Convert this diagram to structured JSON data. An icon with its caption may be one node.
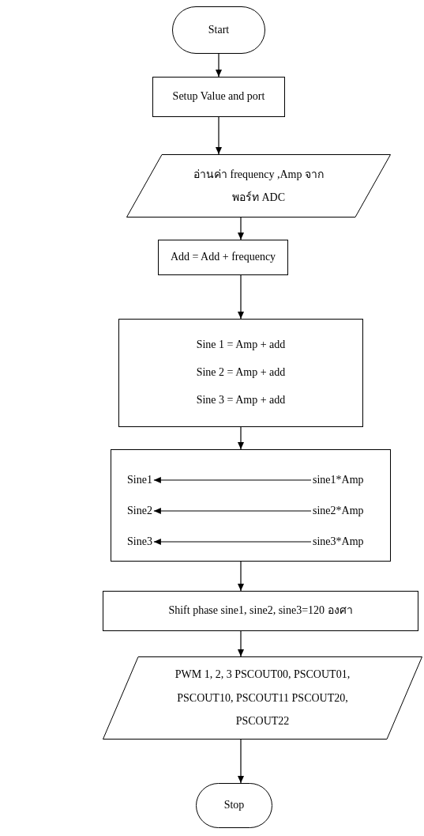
{
  "diagram": {
    "nodes": [
      {
        "text": [
          "Start"
        ]
      },
      {
        "text": [
          "Setup Value and port"
        ]
      },
      {
        "text": [
          "อ่านค่า frequency ,Amp จากพอร์ท ADC"
        ]
      },
      {
        "text": [
          "Add = Add + frequency"
        ]
      },
      {
        "text": [
          "Sine 1 = Amp + add",
          "Sine 2 = Amp + add",
          "Sine 3 = Amp + add"
        ]
      },
      {
        "text": [],
        "shape": "box"
      },
      {
        "text": [
          "Sine1"
        ],
        "in": 5
      },
      {
        "text": [
          "sine1*Amp"
        ],
        "in": 5
      },
      {
        "text": [
          "Sine2"
        ],
        "in": 5
      },
      {
        "text": [
          "sine2*Amp"
        ],
        "in": 5
      },
      {
        "text": [
          "Sine3"
        ],
        "in": 5
      },
      {
        "text": [
          "sine3*Amp"
        ],
        "in": 5
      },
      {
        "text": [
          "Shift phase sine1, sine2, sine3=120 องศา"
        ]
      },
      {
        "text": [
          "PWM 1, 2, 3 PSCOUT00, PSCOUT01, PSCOUT10, PSCOUT11 PSCOUT20, PSCOUT22"
        ]
      },
      {
        "text": [
          "Stop"
        ]
      }
    ],
    "edges": [
      {
        "from": 0,
        "to": 1,
        "arrow": "to"
      },
      {
        "from": 1,
        "to": 2,
        "arrow": "to"
      },
      {
        "from": 2,
        "to": 3,
        "arrow": "to"
      },
      {
        "from": 3,
        "to": 4,
        "arrow": "to"
      },
      {
        "from": 4,
        "to": 5,
        "arrow": "to"
      },
      {
        "from": 5,
        "to": 12,
        "arrow": "to"
      },
      {
        "from": 12,
        "to": 13,
        "arrow": "to"
      },
      {
        "from": 13,
        "to": 14,
        "arrow": "to"
      },
      {
        "from": 7,
        "to": 6,
        "arrow": "to"
      },
      {
        "from": 9,
        "to": 8,
        "arrow": "to"
      },
      {
        "from": 11,
        "to": 10,
        "arrow": "to"
      }
    ]
  }
}
